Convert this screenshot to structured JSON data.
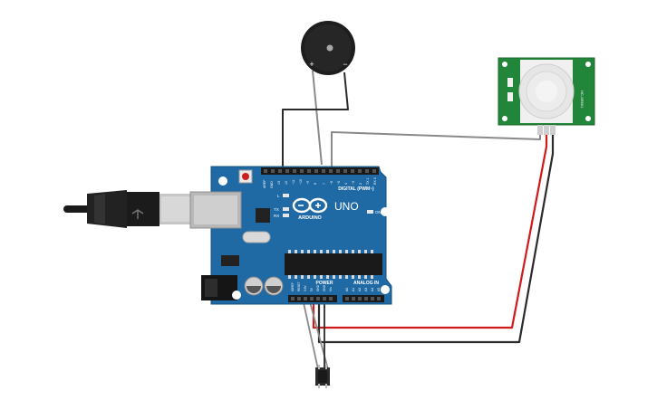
{
  "board": {
    "logo_text": "ARDUINO",
    "model": "UNO",
    "digital_header": "DIGITAL (PWM~)",
    "power_header": "POWER",
    "analog_header": "ANALOG IN",
    "on_label": "ON",
    "l_label": "L",
    "tx_label": "TX",
    "rx_label": "RX",
    "aref": "AREF",
    "gnd": "GND",
    "digital_pins": [
      "13",
      "12",
      "~11",
      "~10",
      "~9",
      "8",
      "7",
      "~6",
      "~5",
      "4",
      "~3",
      "2",
      "TX 1",
      "RX 0"
    ],
    "power_pins": [
      "IOREF",
      "RESET",
      "3.3V",
      "5V",
      "GND",
      "GND",
      "Vin"
    ],
    "analog_pins": [
      "A0",
      "A1",
      "A2",
      "A3",
      "A4",
      "A5"
    ]
  },
  "buzzer": {
    "plus": "+",
    "minus": "−"
  },
  "pir": {
    "label": "HC-SR501"
  },
  "colors": {
    "board_blue": "#1f6aa5",
    "board_edge": "#16507e",
    "pir_green": "#22863a",
    "wire_black": "#2b2b2b",
    "wire_red": "#d01b1b",
    "wire_gray": "#8a8a8a"
  }
}
